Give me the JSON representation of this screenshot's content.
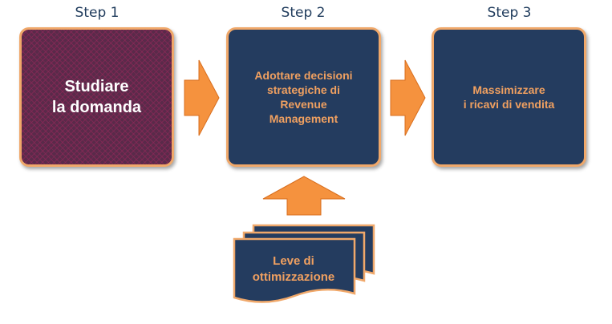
{
  "steps": [
    {
      "label": "Step 1",
      "text": "Studiare\nla domanda"
    },
    {
      "label": "Step 2",
      "text": "Adottare decisioni\nstrategiche di\nRevenue\nManagement"
    },
    {
      "label": "Step 3",
      "text": "Massimizzare\ni ricavi di vendita"
    }
  ],
  "input_doc": {
    "text": "Leve di\nottimizzazione"
  },
  "colors": {
    "box_fill": "#243c5f",
    "box_border": "#f0a86a",
    "arrow_fill": "#f5923e",
    "text_accent": "#f0a060",
    "step_label": "#1f3b5c",
    "step1_fill": "#5a2a4a"
  }
}
